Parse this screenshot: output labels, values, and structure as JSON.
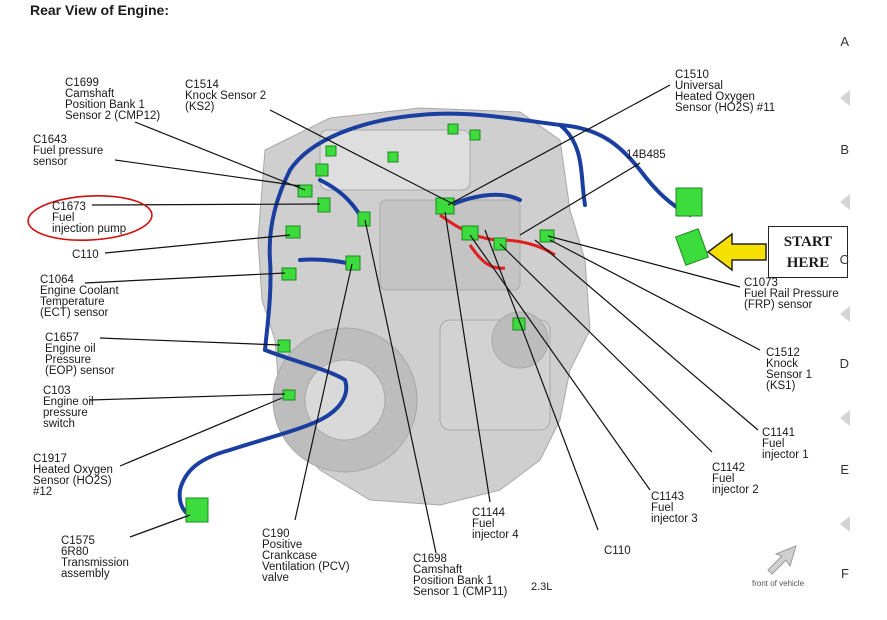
{
  "title": "Rear View of Engine:",
  "engine_version": "2.3L",
  "start_box": "START\nHERE",
  "front_label": "front of vehicle",
  "edge_letters": [
    "A",
    "B",
    "C",
    "D",
    "E",
    "F"
  ],
  "colors": {
    "harness": "#1a3fa0",
    "connector": "#3ddc3d",
    "start_arrow": "#f5e000",
    "highlight": "#e02020",
    "engine": "#c9c9c9"
  },
  "labels": [
    {
      "id": "c1699",
      "text": "C1699\nCamshaft\nPosition Bank 1\nSensor 2 (CMP12)"
    },
    {
      "id": "c1514",
      "text": "C1514\nKnock Sensor 2\n(KS2)"
    },
    {
      "id": "c1510",
      "text": "C1510\nUniversal\nHeated Oxygen\nSensor (HO2S) #11"
    },
    {
      "id": "c1643",
      "text": "C1643\nFuel pressure\nsensor"
    },
    {
      "id": "14b485",
      "text": "14B485"
    },
    {
      "id": "c1673",
      "text": "C1673\nFuel\ninjection pump"
    },
    {
      "id": "c110a",
      "text": "C110"
    },
    {
      "id": "c1064",
      "text": "C1064\nEngine Coolant\nTemperature\n(ECT) sensor"
    },
    {
      "id": "c1073",
      "text": "C1073\nFuel Rail Pressure\n(FRP) sensor"
    },
    {
      "id": "c1657",
      "text": "C1657\nEngine oil\nPressure\n(EOP) sensor"
    },
    {
      "id": "c1512",
      "text": "C1512\nKnock\nSensor 1\n(KS1)"
    },
    {
      "id": "c103",
      "text": "C103\nEngine oil\npressure\nswitch"
    },
    {
      "id": "c1141",
      "text": "C1141\nFuel\ninjector 1"
    },
    {
      "id": "c1917",
      "text": "C1917\nHeated Oxygen\nSensor (HO2S)\n#12"
    },
    {
      "id": "c1142",
      "text": "C1142\nFuel\ninjector 2"
    },
    {
      "id": "c1143",
      "text": "C1143\nFuel\ninjector 3"
    },
    {
      "id": "c1144",
      "text": "C1144\nFuel\ninjector 4"
    },
    {
      "id": "c110b",
      "text": "C110"
    },
    {
      "id": "c190",
      "text": "C190\nPositive\nCrankcase\nVentilation (PCV)\nvalve"
    },
    {
      "id": "c1575",
      "text": "C1575\n6R80\nTransmission\nassembly"
    },
    {
      "id": "c1698",
      "text": "C1698\nCamshaft\nPosition Bank 1\nSensor 1 (CMP11)"
    }
  ]
}
